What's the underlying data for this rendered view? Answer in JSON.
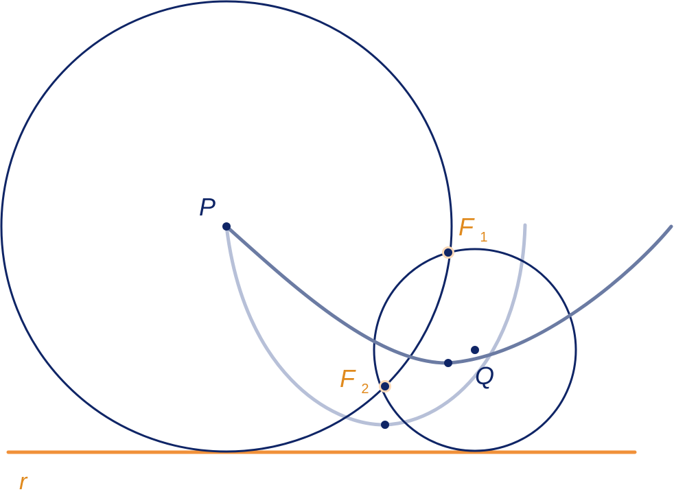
{
  "colors": {
    "navy": "#0f2566",
    "parabola_dark": "#6b7ba3",
    "parabola_light": "#b7c0d8",
    "orange": "#f0913a",
    "label_orange": "#e08a1e",
    "focus_fill": "#0f2566",
    "focus_ring": "#fbd9b8"
  },
  "labels": {
    "p": "P",
    "q": "Q",
    "f1_letter": "F",
    "f1_sub": "1",
    "f2_letter": "F",
    "f2_sub": "2",
    "r": "r"
  }
}
